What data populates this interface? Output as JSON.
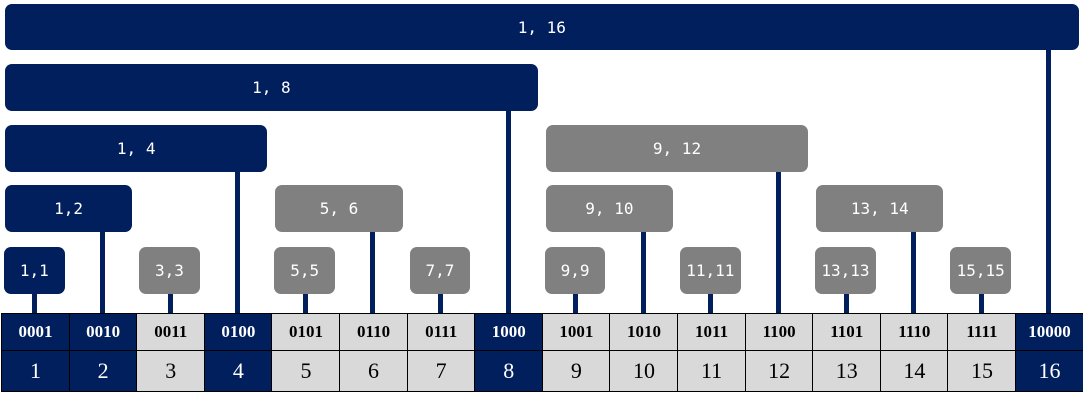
{
  "colors": {
    "dark": "#001f5c",
    "gray": "#808080",
    "light": "#d9d9d9"
  },
  "segments": [
    {
      "label": "1, 16",
      "start": 1,
      "end": 16,
      "level": 4,
      "tone": "dark"
    },
    {
      "label": "1, 8",
      "start": 1,
      "end": 8,
      "level": 3,
      "tone": "dark"
    },
    {
      "label": "1, 4",
      "start": 1,
      "end": 4,
      "level": 2,
      "tone": "dark"
    },
    {
      "label": "9, 12",
      "start": 9,
      "end": 12,
      "level": 2,
      "tone": "gray"
    },
    {
      "label": "1,2",
      "start": 1,
      "end": 2,
      "level": 1,
      "tone": "dark"
    },
    {
      "label": "5, 6",
      "start": 5,
      "end": 6,
      "level": 1,
      "tone": "gray"
    },
    {
      "label": "9, 10",
      "start": 9,
      "end": 10,
      "level": 1,
      "tone": "gray"
    },
    {
      "label": "13, 14",
      "start": 13,
      "end": 14,
      "level": 1,
      "tone": "gray"
    },
    {
      "label": "1,1",
      "start": 1,
      "end": 1,
      "level": 0,
      "tone": "dark"
    },
    {
      "label": "3,3",
      "start": 3,
      "end": 3,
      "level": 0,
      "tone": "gray"
    },
    {
      "label": "5,5",
      "start": 5,
      "end": 5,
      "level": 0,
      "tone": "gray"
    },
    {
      "label": "7,7",
      "start": 7,
      "end": 7,
      "level": 0,
      "tone": "gray"
    },
    {
      "label": "9,9",
      "start": 9,
      "end": 9,
      "level": 0,
      "tone": "gray"
    },
    {
      "label": "11,11",
      "start": 11,
      "end": 11,
      "level": 0,
      "tone": "gray"
    },
    {
      "label": "13,13",
      "start": 13,
      "end": 13,
      "level": 0,
      "tone": "gray"
    },
    {
      "label": "15,15",
      "start": 15,
      "end": 15,
      "level": 0,
      "tone": "gray"
    }
  ],
  "cells": [
    {
      "binary": "0001",
      "index": "1",
      "tone": "dark"
    },
    {
      "binary": "0010",
      "index": "2",
      "tone": "dark"
    },
    {
      "binary": "0011",
      "index": "3",
      "tone": "light"
    },
    {
      "binary": "0100",
      "index": "4",
      "tone": "dark"
    },
    {
      "binary": "0101",
      "index": "5",
      "tone": "light"
    },
    {
      "binary": "0110",
      "index": "6",
      "tone": "light"
    },
    {
      "binary": "0111",
      "index": "7",
      "tone": "light"
    },
    {
      "binary": "1000",
      "index": "8",
      "tone": "dark"
    },
    {
      "binary": "1001",
      "index": "9",
      "tone": "light"
    },
    {
      "binary": "1010",
      "index": "10",
      "tone": "light"
    },
    {
      "binary": "1011",
      "index": "11",
      "tone": "light"
    },
    {
      "binary": "1100",
      "index": "12",
      "tone": "light"
    },
    {
      "binary": "1101",
      "index": "13",
      "tone": "light"
    },
    {
      "binary": "1110",
      "index": "14",
      "tone": "light"
    },
    {
      "binary": "1111",
      "index": "15",
      "tone": "light"
    },
    {
      "binary": "10000",
      "index": "16",
      "tone": "dark"
    }
  ]
}
